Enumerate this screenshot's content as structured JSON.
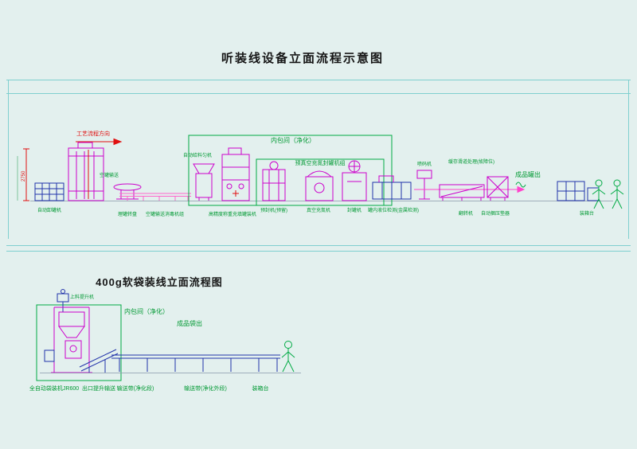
{
  "titles": {
    "top": "听装线设备立面流程示意图",
    "bottom": "400g软袋装线立面流程图"
  },
  "top": {
    "flow_direction": "工艺流程方向",
    "dimension": "2750",
    "room_label": "内包间（净化）",
    "zone_label": "预真空充氮封罐机组",
    "upper_labels": [
      "空罐输送",
      "自动给料匀机",
      "喷码机",
      "缓存滑道处理(故障位)",
      "成品罐出"
    ],
    "machine_labels": [
      "自动卸罐机",
      "理罐转盘",
      "空罐输送消毒机组",
      "高精度称重充填罐装机",
      "预封机(预留)",
      "真空充氮机",
      "封罐机",
      "罐内液位检测(金属检测)",
      "翻转机",
      "自动捆压垫器",
      "装箱台"
    ]
  },
  "bottom": {
    "room_label": "内包间（净化）",
    "product_out": "成品袋出",
    "feeder_label": "上料提升机",
    "machine_labels": [
      "全自动袋装机JR600",
      "出口提升输送",
      "输送带(净化段)",
      "输送带(净化外段)",
      "装箱台"
    ]
  },
  "colors": {
    "background": "#e3f0ee",
    "magenta": "#cc00cc",
    "pink": "#ff66cc",
    "green": "#009933",
    "navy": "#2233aa",
    "red": "#e01010",
    "cyan_frame": "#7fcfcf"
  }
}
